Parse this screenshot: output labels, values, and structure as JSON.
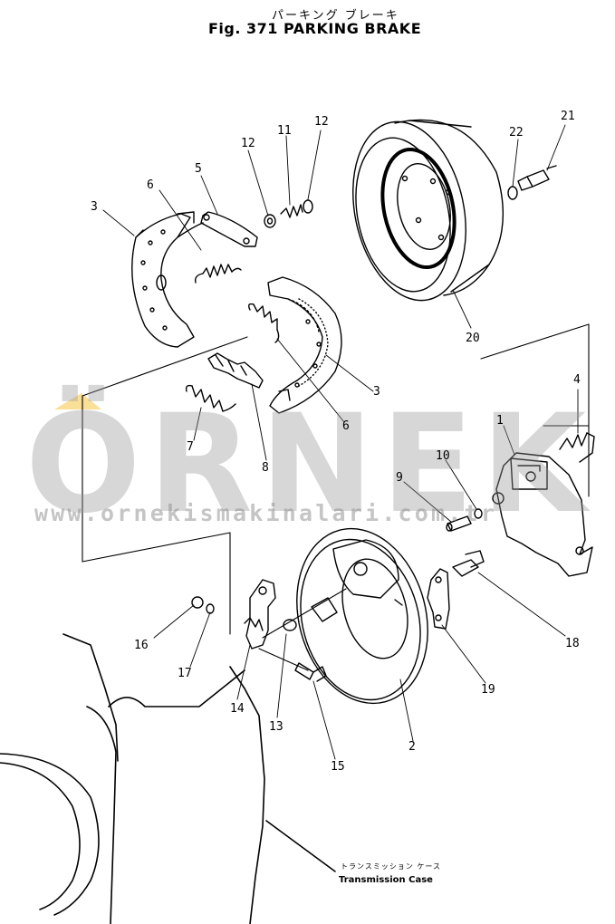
{
  "header": {
    "title_jp": "パーキング ブレーキ",
    "title_en": "Fig. 371 PARKING BRAKE"
  },
  "watermark": {
    "brand": "ÖRNEK",
    "url": "www.ornekismakinalari.com.tr",
    "accent_color": "#f5c542"
  },
  "case_label": {
    "jp": "トランスミッション ケース",
    "en": "Transmission Case"
  },
  "labels": {
    "p1": "1",
    "p2": "2",
    "p3a": "3",
    "p3b": "3",
    "p4": "4",
    "p5": "5",
    "p6a": "6",
    "p6b": "6",
    "p7": "7",
    "p8": "8",
    "p9": "9",
    "p10": "10",
    "p11": "11",
    "p12a": "12",
    "p12b": "12",
    "p13": "13",
    "p14": "14",
    "p15": "15",
    "p16": "16",
    "p17": "17",
    "p18": "18",
    "p19": "19",
    "p20": "20",
    "p21": "21",
    "p22": "22"
  }
}
